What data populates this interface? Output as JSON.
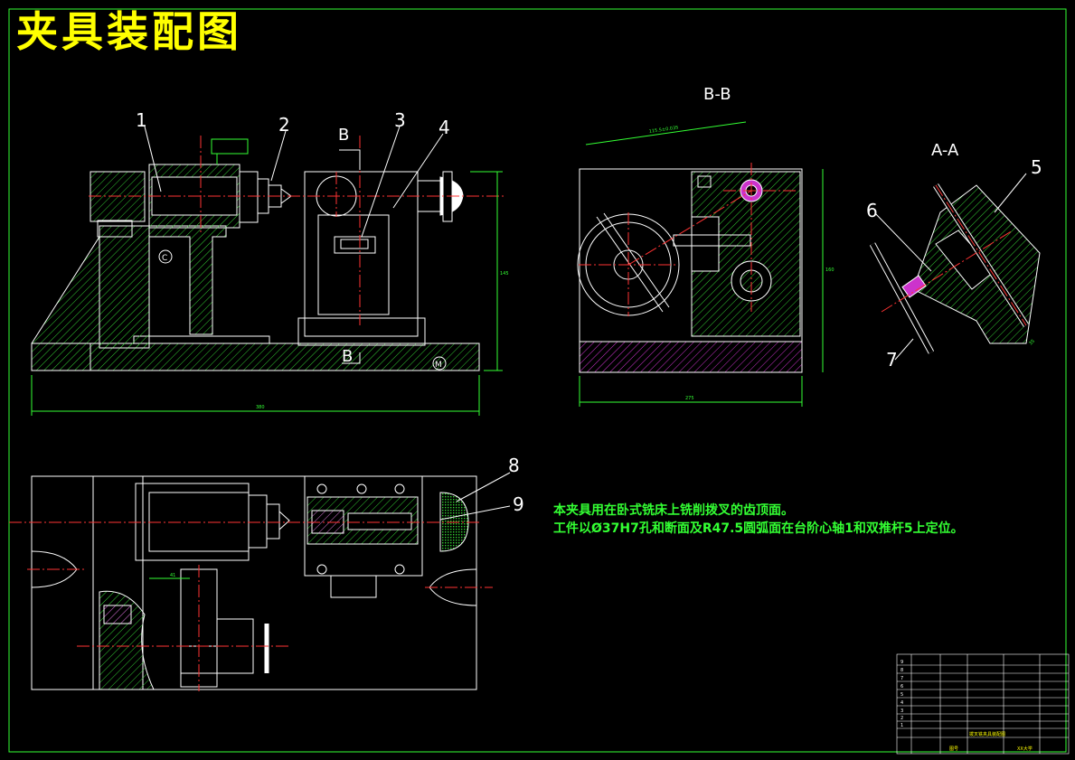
{
  "drawing": {
    "title": "夹具装配图",
    "section_bb": "B-B",
    "section_aa": "A-A",
    "section_mark": "B",
    "datum_c": "C",
    "datum_m": "M",
    "part_labels": [
      "1",
      "2",
      "3",
      "4",
      "5",
      "6",
      "7",
      "8",
      "9"
    ],
    "dims": {
      "left_height": "145",
      "left_width": "380",
      "bb_height": "160",
      "bb_width": "275",
      "bb_angled": "115.5±0.035",
      "aa_dim": "35",
      "plan_41": "41"
    },
    "notes": [
      "本夹具用在卧式铣床上铣削拨叉的齿顶面。",
      "工件以Ø37H7孔和断面及R47.5圆弧面在台阶心轴1和双推杆5上定位。"
    ]
  },
  "title_block": {
    "rows": [
      "9",
      "8",
      "7",
      "6",
      "5",
      "4",
      "3",
      "2",
      "1"
    ],
    "school": "XX大学",
    "drawing_no": "图号",
    "name": "拨叉铣夹具装配图"
  },
  "colors": {
    "background": "#000000",
    "outline": "#ffffff",
    "hatch": "#33cc33",
    "center_line": "#ff3333",
    "dimension": "#33ff33",
    "title": "#ffff00",
    "section_hatch": "#cc33cc"
  }
}
